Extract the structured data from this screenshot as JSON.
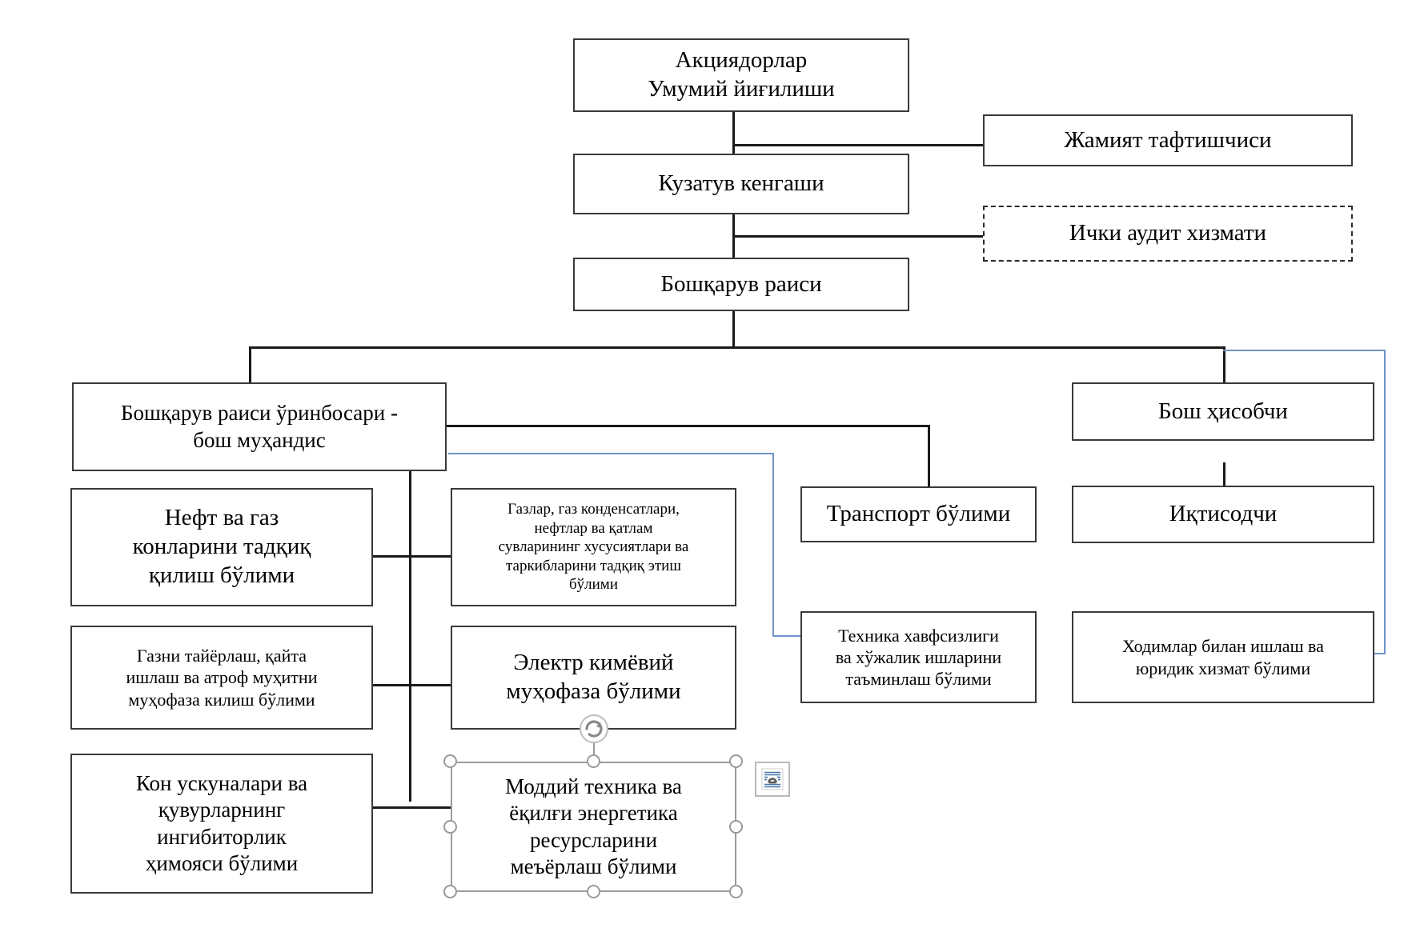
{
  "document": {
    "type": "org-chart",
    "language": "uz-Cyrl",
    "app_state": "shape-selected-in-word-editor"
  },
  "nodes": {
    "shareholders_meeting": "Акциядорлар\nУмумий йиғилиши",
    "shareholders_meeting_l1": "Акциядорлар",
    "shareholders_meeting_l2": "Умумий йиғилиши",
    "supervisory_board": "Кузатув кенгаши",
    "company_auditor": "Жамият тафтишчиси",
    "internal_audit": "Ички аудит хизмати",
    "board_chairman": "Бошқарув раиси",
    "deputy_chief_engineer_l1": "Бошқарув раиси ўринбосари -",
    "deputy_chief_engineer_l2": "бош муҳандис",
    "chief_accountant": "Бош ҳисобчи",
    "economist": "Иқтисодчи",
    "transport_dept": "Транспорт бўлими",
    "oil_gas_research_l1": "Нефт ва газ",
    "oil_gas_research_l2": "конларини тадқиқ",
    "oil_gas_research_l3": "қилиш бўлими",
    "gas_lab_l1": "Газлар, газ конденсатлари,",
    "gas_lab_l2": "нефтлар ва қатлам",
    "gas_lab_l3": "сувларининг хусусиятлари ва",
    "gas_lab_l4": "таркибларини тадқиқ этиш",
    "gas_lab_l5": "бўлими",
    "gas_prep_l1": "Газни тайёрлаш, қайта",
    "gas_prep_l2": "ишлаш ва атроф муҳитни",
    "gas_prep_l3": "муҳофаза килиш бўлими",
    "electro_chem_l1": "Электр кимёвий",
    "electro_chem_l2": "муҳофаза  бўлими",
    "safety_dept_l1": "Техника хавфсизлиги",
    "safety_dept_l2": "ва  хўжалик ишларини",
    "safety_dept_l3": "таъминлаш бўлими",
    "hr_legal_l1": "Ходимлар билан ишлаш ва",
    "hr_legal_l2": "юридик хизмат бўлими",
    "mine_equipment_l1": "Кон ускуналари ва",
    "mine_equipment_l2": "қувурларнинг",
    "mine_equipment_l3": "ингибиторлик",
    "mine_equipment_l4": "ҳимояси бўлими",
    "material_tech_l1": "Моддий техника ва",
    "material_tech_l2": "ёқилғи энергетика",
    "material_tech_l3": "ресурсларини",
    "material_tech_l4": "меъёрлаш  бўлими"
  },
  "colors": {
    "box_border": "#3a3a3a",
    "connector": "#1a1a1a",
    "connector_blue": "#6f93c9",
    "selection_handle": "#9a9a9a",
    "background": "#ffffff"
  },
  "selection": {
    "selected_node": "material_tech",
    "handle_count": 8,
    "rotate_handle": "rotate-icon",
    "layout_options_icon": "layout-options-icon"
  }
}
